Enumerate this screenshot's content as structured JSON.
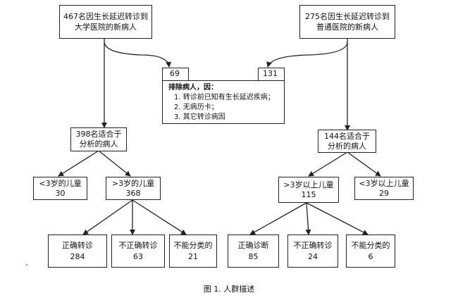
{
  "top_left": {
    "line1": "467名因生长延迟转诊到",
    "line2": "大学医院的新病人"
  },
  "top_right": {
    "line1": "275名因生长延迟转诊到",
    "line2": "普通医院的新病人"
  },
  "excluded_left_count": "69",
  "excluded_right_count": "131",
  "exclusion": {
    "title": "排除病人，因：",
    "reasons": [
      "1. 转诊前已知有生长延迟疾病；",
      "2. 无病历卡；",
      "3. 其它转诊病因"
    ]
  },
  "eligible_left": {
    "line1": "398名适合于",
    "line2": "分析的病人"
  },
  "eligible_right": {
    "line1": "144名适合于",
    "line2": "分析的病人"
  },
  "left_under3": {
    "label": "<3岁的儿童",
    "count": "30"
  },
  "left_over3": {
    "label": ">3岁的儿童",
    "count": "368"
  },
  "right_over3": {
    "label": ">3岁以上儿童",
    "count": "115"
  },
  "right_under3": {
    "label": "<3岁以上儿童",
    "count": "29"
  },
  "left_outcomes": [
    {
      "label": "正确转诊",
      "count": "284"
    },
    {
      "label": "不正确转诊",
      "count": "63"
    },
    {
      "label": "不能分类的",
      "count": "21"
    }
  ],
  "right_outcomes": [
    {
      "label": "正确诊断",
      "count": "85"
    },
    {
      "label": "不正确转诊",
      "count": "24"
    },
    {
      "label": "不能分类的",
      "count": "6"
    }
  ],
  "stray_mark": "\"",
  "caption": "图 1. 人群描述"
}
